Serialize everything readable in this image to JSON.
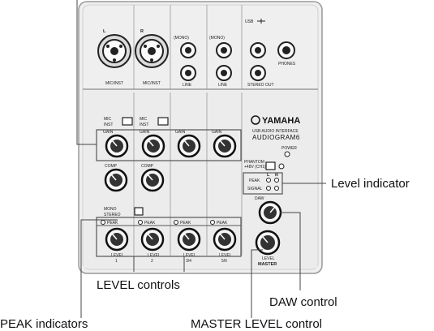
{
  "callouts": {
    "level_indicator": "Level indicator",
    "level_controls": "LEVEL controls",
    "daw_control": "DAW control",
    "peak_indicators": "PEAK indicators",
    "master_level_control": "MASTER LEVEL control"
  },
  "panel": {
    "brand": "YAMAHA",
    "model_line1": "USB AUDIO INTERFACE",
    "model_line2": "AUDIOGRAM6",
    "usb_label": "USB",
    "phones": "PHONES",
    "stereo_out": "STEREO  OUT",
    "mic_inst": "MIC/INST",
    "line": "LINE",
    "mono": "(MONO)",
    "ch_L": "L",
    "ch_R": "R",
    "mic": "MIC",
    "inst": "INST",
    "mono_opt": "MONO",
    "stereo_opt": "STEREO",
    "gain": "GAIN",
    "comp": "COMP",
    "peak": "PEAK",
    "level": "LEVEL",
    "ch1": "1",
    "ch2": "2",
    "ch34": "3/4",
    "ch56": "5/6",
    "master": "MASTER",
    "power": "POWER",
    "phantom": "PHANTOM",
    "phantom_sub": "+48V (CH1)",
    "signal": "SIGNAL",
    "daw": "DAW"
  }
}
